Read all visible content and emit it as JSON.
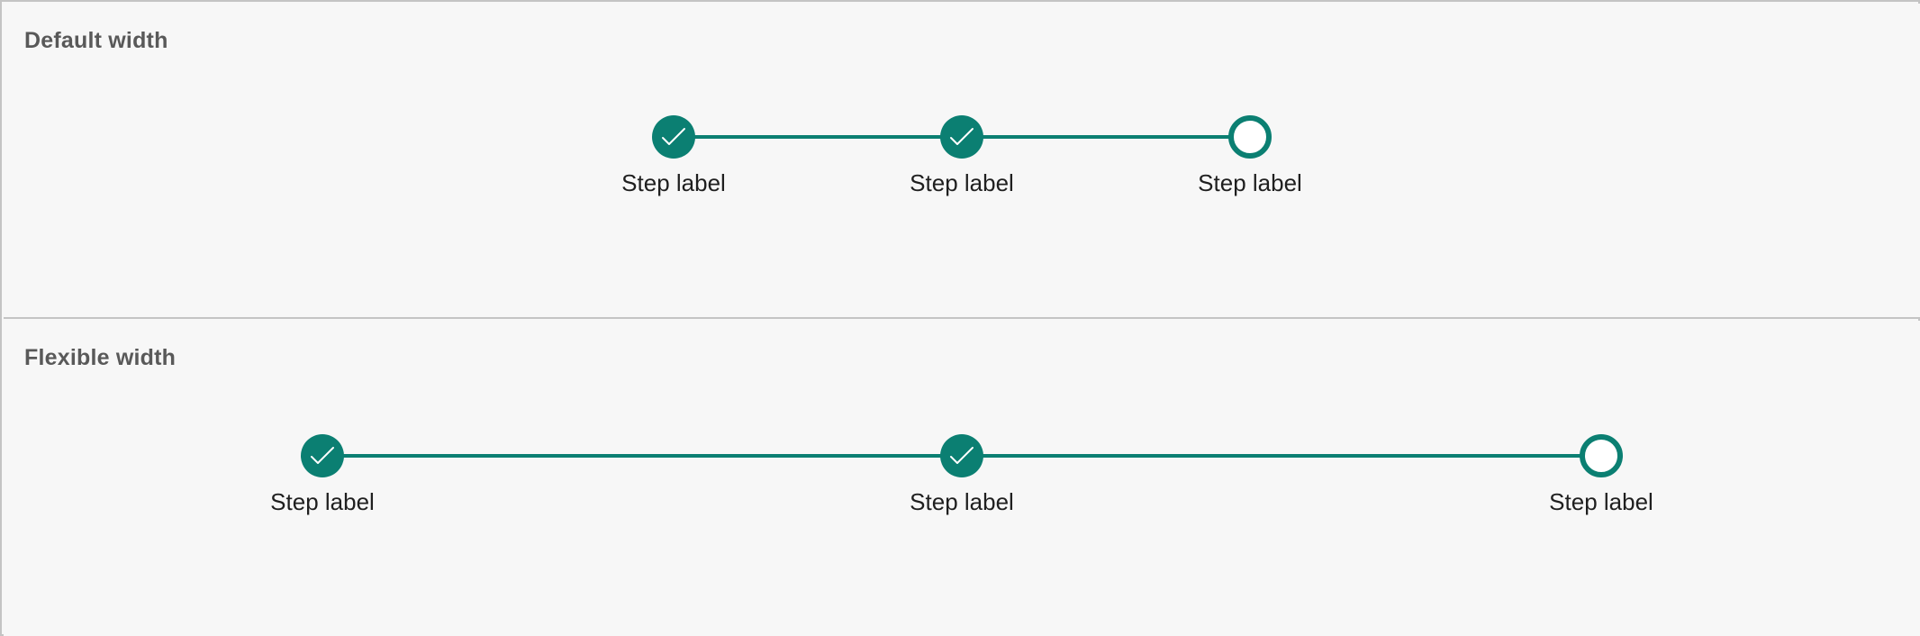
{
  "colors": {
    "accent": "#0b7f72",
    "background": "#f7f7f7",
    "border": "#c4c4c4",
    "title": "#595959",
    "label": "#1f1f1f"
  },
  "sections": [
    {
      "title": "Default width",
      "steps": [
        {
          "label": "Step label",
          "state": "completed",
          "icon": "check-icon"
        },
        {
          "label": "Step label",
          "state": "completed",
          "icon": "check-icon"
        },
        {
          "label": "Step label",
          "state": "current",
          "icon": "empty-circle-icon"
        }
      ]
    },
    {
      "title": "Flexible width",
      "steps": [
        {
          "label": "Step label",
          "state": "completed",
          "icon": "check-icon"
        },
        {
          "label": "Step label",
          "state": "completed",
          "icon": "check-icon"
        },
        {
          "label": "Step label",
          "state": "current",
          "icon": "empty-circle-icon"
        }
      ]
    }
  ]
}
